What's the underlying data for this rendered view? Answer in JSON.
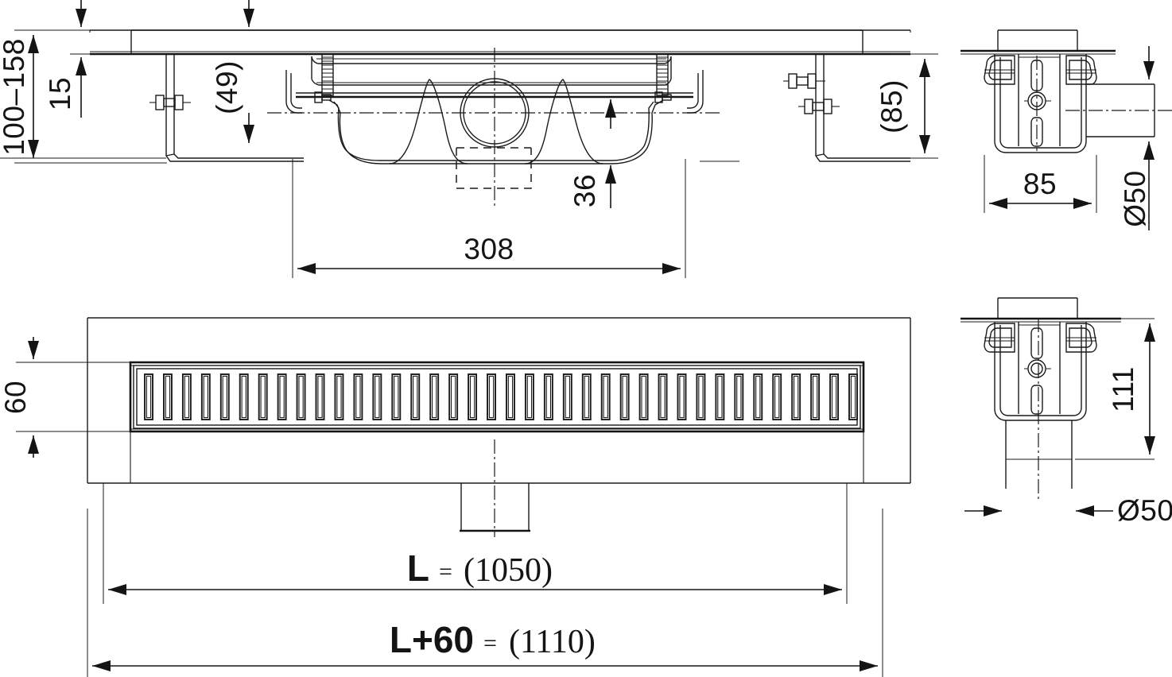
{
  "drawing": {
    "title": "Linear shower drain — technical dimension drawing",
    "units": "mm",
    "line_color": "#141414",
    "background": "#ffffff",
    "views": [
      {
        "name": "front-section-view",
        "position": "top-left",
        "description": "Longitudinal section through drain channel with mounting legs, grate and central drain body"
      },
      {
        "name": "side-section-view-horizontal-outlet",
        "position": "top-right",
        "description": "Cross-section showing drain body with horizontal DN50 outlet"
      },
      {
        "name": "plan-view",
        "position": "bottom-left",
        "description": "Top plan view of grate with slotted pattern and outlet stub"
      },
      {
        "name": "side-section-view-vertical-outlet",
        "position": "bottom-right",
        "description": "Cross-section showing drain body with vertical DN50 outlet"
      }
    ],
    "dimensions": {
      "height_range": "100–158",
      "flange_thickness": "15",
      "insert_depth": "(49)",
      "body_height_bracket": "(85)",
      "outlet_offset": "36",
      "body_length": "308",
      "body_width": "85",
      "outlet_diameter_side": "Ø50",
      "outlet_diameter_bottom": "Ø50",
      "grate_width": "60",
      "body_height_vertical": "111"
    },
    "length_labels": {
      "nominal_symbol": "L",
      "nominal_eq": "=",
      "nominal_value": "(1050)",
      "overall_symbol": "L+60",
      "overall_eq": "=",
      "overall_value": "(1110)"
    },
    "grate": {
      "slot_count": 38,
      "slot_pattern": "vertical-rectangular-slots"
    }
  }
}
